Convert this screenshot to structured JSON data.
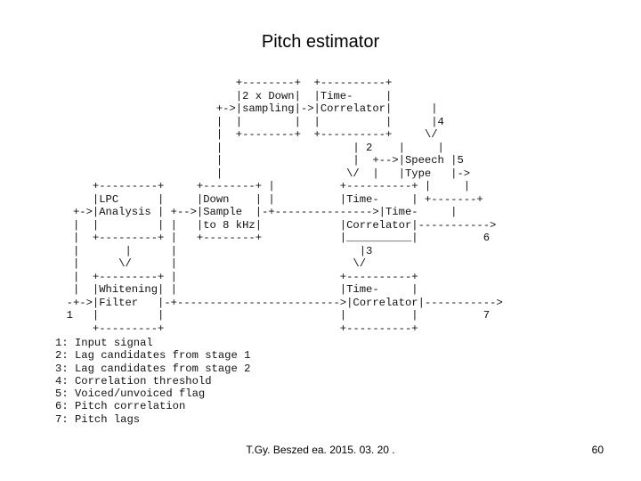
{
  "title": "Pitch estimator",
  "diagram_text": "                            +--------+  +----------+\n                            |2 x Down|  |Time-     |\n                         +->|sampling|->|Correlator|      |\n                         |  |        |  |          |      |4\n                         |  +--------+  +----------+     \\/\n                         |                    | 2    |     |\n                         |                    |  +-->|Speech |5\n                         |                   \\/  |   |Type   |->\n      +---------+     +--------+ |          +----------+ |     |\n      |LPC      |     |Down    | |          |Time-     | +-------+\n   +->|Analysis | +-->|Sample  |-+--------------->|Time-     |\n   |  |         | |   |to 8 kHz|            |Correlator|----------->\n   |  +---------+ |   +--------+            |__________|          6\n   |       |      |                            |3\n   |      \\/      |                           \\/\n   |  +---------+ |                         +----------+\n   |  |Whitening| |                         |Time-     |\n  -+->|Filter   |-+------------------------->|Correlator|----------->\n  1   |         |                           |          |          7\n      +---------+                           +----------+",
  "legend": [
    "1: Input signal",
    "2: Lag candidates from stage 1",
    "3: Lag candidates from stage 2",
    "4: Correlation threshold",
    "5: Voiced/unvoiced flag",
    "6: Pitch correlation",
    "7: Pitch lags"
  ],
  "footer": {
    "credit": "T.Gy. Beszed ea. 2015. 03. 20 .",
    "page_number": "60"
  }
}
